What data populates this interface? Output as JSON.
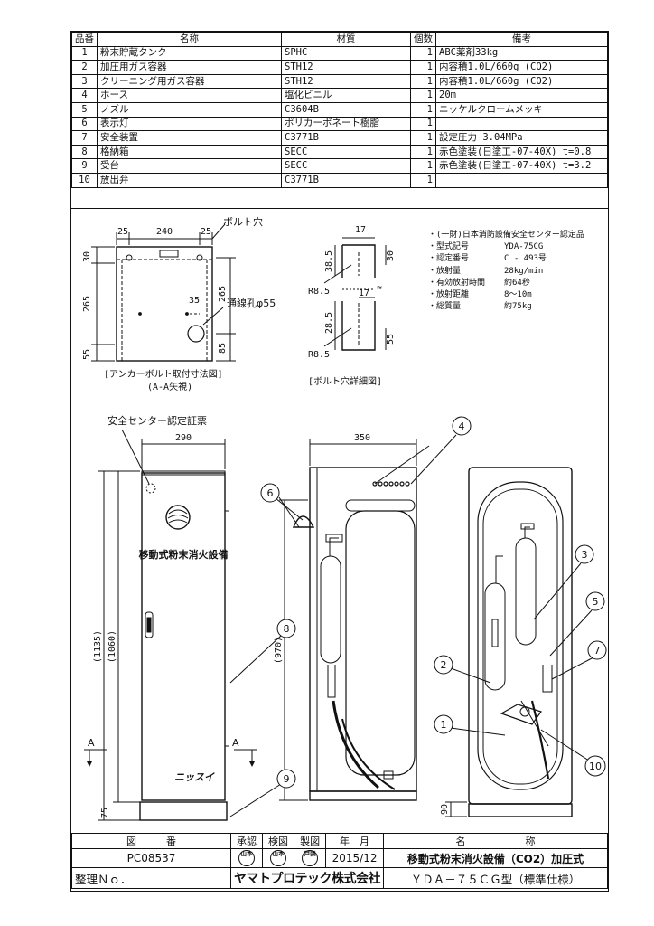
{
  "parts_table": {
    "headers": {
      "no": "品番",
      "name": "名称",
      "material": "材質",
      "qty": "個数",
      "remarks": "備考"
    },
    "rows": [
      {
        "no": "1",
        "name": "粉末貯蔵タンク",
        "material": "SPHC",
        "qty": "1",
        "remarks": "ABC薬剤33kg"
      },
      {
        "no": "2",
        "name": "加圧用ガス容器",
        "material": "STH12",
        "qty": "1",
        "remarks": "内容積1.0L/660g (CO2)"
      },
      {
        "no": "3",
        "name": "クリーニング用ガス容器",
        "material": "STH12",
        "qty": "1",
        "remarks": "内容積1.0L/660g (CO2)"
      },
      {
        "no": "4",
        "name": "ホース",
        "material": "塩化ビニル",
        "qty": "1",
        "remarks": "20m"
      },
      {
        "no": "5",
        "name": "ノズル",
        "material": "C3604B",
        "qty": "1",
        "remarks": "ニッケルクロームメッキ"
      },
      {
        "no": "6",
        "name": "表示灯",
        "material": "ポリカーボネート樹脂",
        "qty": "1",
        "remarks": ""
      },
      {
        "no": "7",
        "name": "安全装置",
        "material": "C3771B",
        "qty": "1",
        "remarks": "設定圧力  3.04MPa"
      },
      {
        "no": "8",
        "name": "格納箱",
        "material": "SECC",
        "qty": "1",
        "remarks": "赤色塗装(日塗工-07-40X)  t=0.8"
      },
      {
        "no": "9",
        "name": "受台",
        "material": "SECC",
        "qty": "1",
        "remarks": "赤色塗装(日塗工-07-40X)  t=3.2"
      },
      {
        "no": "10",
        "name": "放出弁",
        "material": "C3771B",
        "qty": "1",
        "remarks": ""
      }
    ]
  },
  "anchor_view": {
    "dims": {
      "w1": "25",
      "w2": "240",
      "w3": "25",
      "h1": "30",
      "h2": "265",
      "h3": "55",
      "h4": "265",
      "h5": "85",
      "d35": "35"
    },
    "bolt_label": "ボルト穴",
    "hole_label": "通線孔φ55",
    "caption1": "[アンカーボルト取付寸法図]",
    "caption2": "(A-A矢視)"
  },
  "bolt_detail": {
    "dims": {
      "t1": "17",
      "t2": "17",
      "h1": "38.5",
      "h2": "30",
      "h3": "28.5",
      "h4": "55",
      "r1": "R8.5",
      "r2": "R8.5"
    },
    "caption": "[ボルト穴詳細図]"
  },
  "spec": {
    "cert": "・(一財)日本消防設備安全センター認定品",
    "rows": [
      {
        "k": "・型式記号",
        "v": "YDA-75CG"
      },
      {
        "k": "・認定番号",
        "v": "C - 493号"
      },
      {
        "k": "・放射量",
        "v": "28kg/min"
      },
      {
        "k": "・有効放射時間",
        "v": "約64秒"
      },
      {
        "k": "・放射距離",
        "v": "8～10m"
      },
      {
        "k": "・総質量",
        "v": "約75kg"
      }
    ]
  },
  "front_view": {
    "cert_label": "安全センター認定証票",
    "width": "290",
    "h_total": "(1135)",
    "h_box": "(1060)",
    "h_base": "75",
    "panel_text": "移動式粉末消火設備",
    "section": "A",
    "logo": "ニッスイ"
  },
  "side_view": {
    "width": "350",
    "h_inner": "(970)"
  },
  "back_view": {
    "h_base": "90"
  },
  "callouts": [
    "1",
    "2",
    "3",
    "4",
    "5",
    "6",
    "7",
    "8",
    "9",
    "10"
  ],
  "title_block": {
    "h_drawing_no": "図　　　番",
    "h_approve": "承認",
    "h_check": "検図",
    "h_draw": "製図",
    "h_date": "年　月",
    "h_name": "名　　　　　　称",
    "drawing_no": "PC08537",
    "stamp_approve": "山本",
    "stamp_check": "山本",
    "stamp_draw": "戸張",
    "date": "2015/12",
    "product_name": "移動式粉末消火設備（CO2）加圧式",
    "ref_label": "整理Ｎｏ．",
    "company": "ヤマトプロテック株式会社",
    "model": "ＹＤＡ－７５ＣＧ型（標準仕様）"
  }
}
